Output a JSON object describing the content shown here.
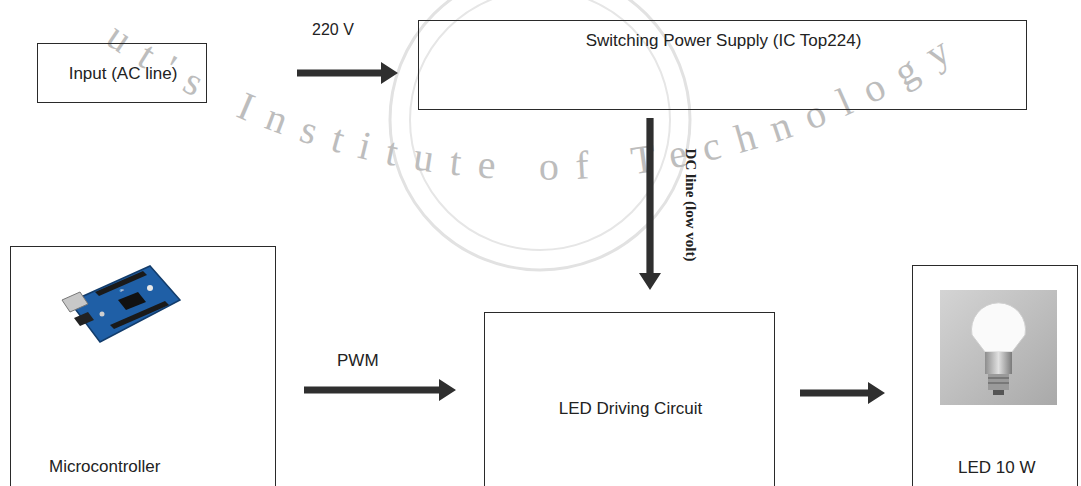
{
  "diagram": {
    "nodes": [
      {
        "text": [
          "Input (AC line)"
        ]
      },
      {
        "text": [
          "Switching Power Supply (IC Top224)"
        ]
      },
      {
        "text": [
          "Microcontroller"
        ]
      },
      {
        "text": [
          "LED Driving Circuit"
        ]
      },
      {
        "text": [
          "LED 10 W"
        ]
      }
    ],
    "edges": [
      {
        "from": 0,
        "to": 1,
        "arrow": "to",
        "label": "220 V"
      },
      {
        "from": 1,
        "to": 3,
        "arrow": "to",
        "label": "DC line (low volt)"
      },
      {
        "from": 2,
        "to": 3,
        "arrow": "to",
        "label": "PWM"
      },
      {
        "from": 3,
        "to": 4,
        "arrow": "to"
      }
    ],
    "labels": [
      "ut's Institute of Technology"
    ]
  }
}
